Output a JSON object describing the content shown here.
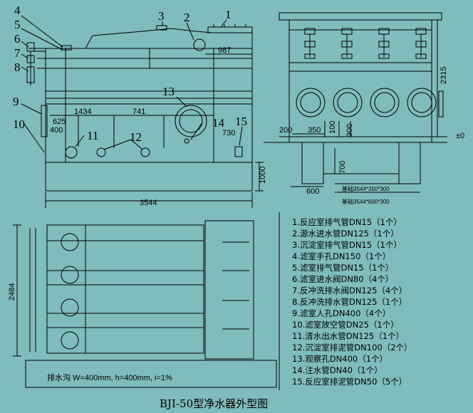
{
  "callouts": [
    "1",
    "2",
    "3",
    "4",
    "5",
    "6",
    "7",
    "8",
    "9",
    "10",
    "11",
    "12",
    "13",
    "14",
    "15"
  ],
  "front_dims": {
    "d987": "987",
    "d1434": "1434",
    "d741": "741",
    "d625": "625",
    "d400": "400",
    "d730": "730",
    "d1000": "1000",
    "d3544": "3544"
  },
  "side_dims": {
    "d2315": "2315",
    "d200": "200",
    "d350": "350",
    "d100": "100",
    "d300": "300",
    "d700": "700",
    "d600": "600",
    "zero": "±0",
    "found1": "基础3544*350*300",
    "found2": "基础3544*600*300"
  },
  "plan_dims": {
    "d2484": "2484",
    "ditch": "排水沟 W=400mm, h=400mm, i=1%"
  },
  "legend": [
    "1.反应室排气管DN15（1个）",
    "2.源水进水管DN125（1个）",
    "3.沉淀室排气管DN15（1个）",
    "4.滤室手孔DN150（1个）",
    "5.滤室排气管DN15（1个）",
    "6.滤室进水阀DN80（4个）",
    "7.反冲洗排水阀DN125（4个）",
    "8.反冲洗排水管DN125（1个）",
    "9.滤室人孔DN400（4个）",
    "10.滤室放空管DN25（1个）",
    "11.清水出水管DN125（1个）",
    "12.沉淀室排泥管DN100（2个）",
    "13.观察孔DN400（1个）",
    "14.注水管DN40（1个）",
    "15.反应室排泥管DN50（5个）"
  ],
  "caption": "BJI-50型净水器外型图"
}
